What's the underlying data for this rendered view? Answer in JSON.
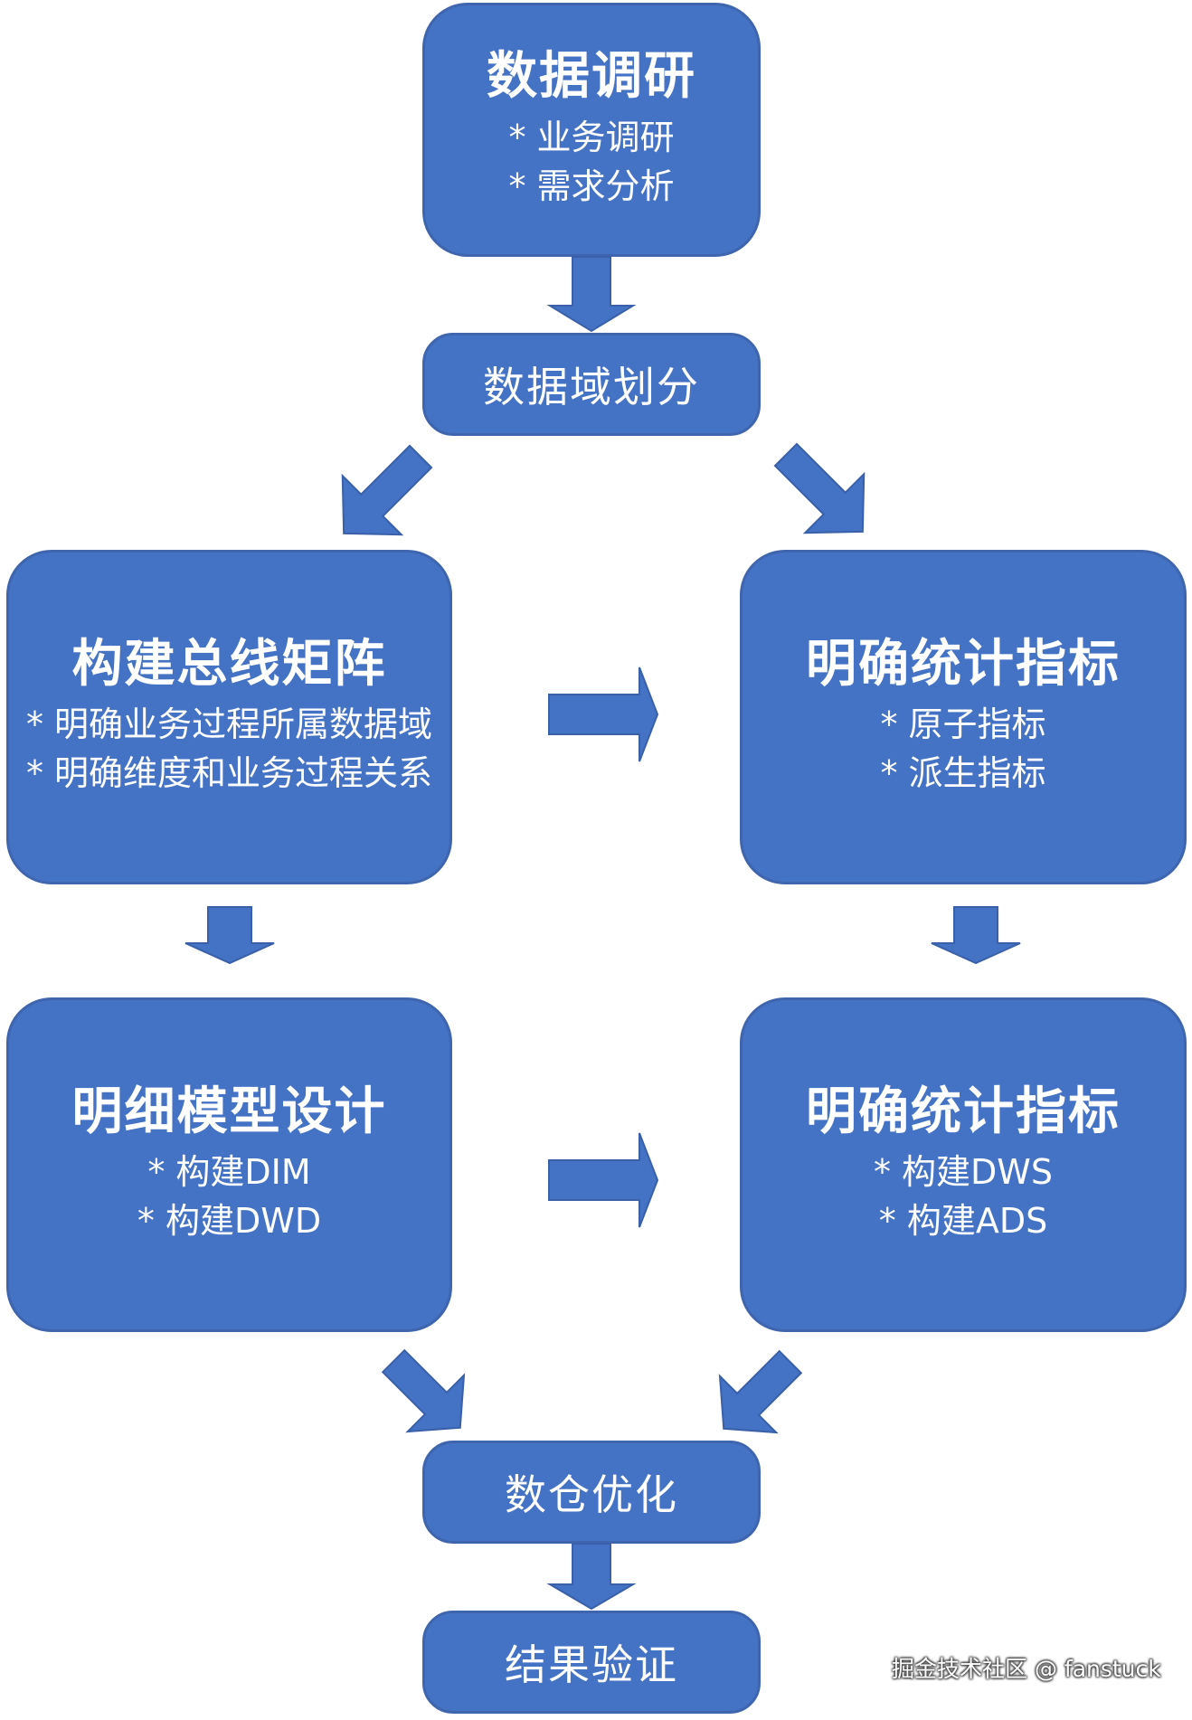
{
  "nodes": {
    "research": {
      "title": "数据调研",
      "items": [
        "* 业务调研",
        "* 需求分析"
      ]
    },
    "domain": {
      "label": "数据域划分"
    },
    "bus_matrix": {
      "title": "构建总线矩阵",
      "items": [
        "* 明确业务过程所属数据域",
        "* 明确维度和业务过程关系"
      ]
    },
    "metrics": {
      "title": "明确统计指标",
      "items": [
        "* 原子指标",
        "* 派生指标"
      ]
    },
    "detail_model": {
      "title": "明细模型设计",
      "items": [
        "* 构建DIM",
        "* 构建DWD"
      ]
    },
    "metrics2": {
      "title": "明确统计指标",
      "items": [
        "* 构建DWS",
        "* 构建ADS"
      ]
    },
    "optimize": {
      "label": "数仓优化"
    },
    "verify": {
      "label": "结果验证"
    }
  },
  "watermark": "掘金技术社区 @ fanstuck",
  "colors": {
    "box_fill": "#4472c4",
    "box_border": "#3e65ad",
    "arrow_fill": "#4472c4",
    "arrow_border": "#3960a8",
    "text": "#ffffff"
  }
}
